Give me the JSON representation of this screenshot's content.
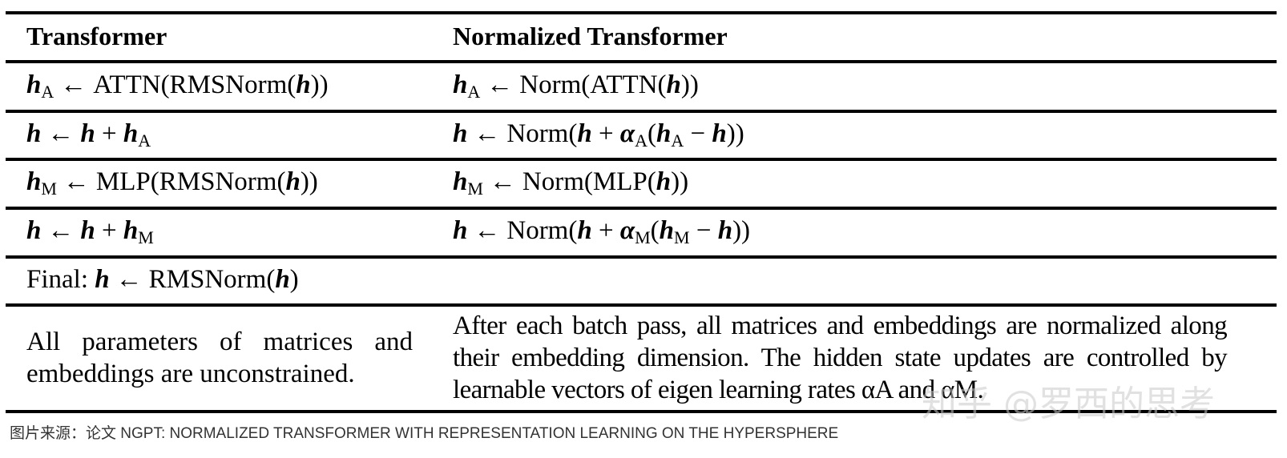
{
  "table": {
    "headers": {
      "left": "Transformer",
      "right": "Normalized Transformer"
    },
    "rows": [
      {
        "left": {
          "lhs": "h",
          "lhs_sub": "A",
          "arrow": "←",
          "rhs": "ATTN(RMSNorm(",
          "rhs_var": "h",
          "rhs_end": "))"
        },
        "right": {
          "lhs": "h",
          "lhs_sub": "A",
          "arrow": "←",
          "rhs": "Norm(ATTN(",
          "rhs_var": "h",
          "rhs_end": "))"
        }
      },
      {
        "left": {
          "lhs": "h",
          "arrow": "←",
          "t1": "h",
          "plus": "+",
          "t2": "h",
          "t2_sub": "A"
        },
        "right": {
          "lhs": "h",
          "arrow": "←",
          "norm": "Norm(",
          "t1": "h",
          "plus": "+",
          "alpha": "α",
          "alpha_sub": "A",
          "open": "(",
          "t2": "h",
          "t2_sub": "A",
          "minus": "−",
          "t3": "h",
          "close": "))"
        }
      },
      {
        "left": {
          "lhs": "h",
          "lhs_sub": "M",
          "arrow": "←",
          "rhs": "MLP(RMSNorm(",
          "rhs_var": "h",
          "rhs_end": "))"
        },
        "right": {
          "lhs": "h",
          "lhs_sub": "M",
          "arrow": "←",
          "rhs": "Norm(MLP(",
          "rhs_var": "h",
          "rhs_end": "))"
        }
      },
      {
        "left": {
          "lhs": "h",
          "arrow": "←",
          "t1": "h",
          "plus": "+",
          "t2": "h",
          "t2_sub": "M"
        },
        "right": {
          "lhs": "h",
          "arrow": "←",
          "norm": "Norm(",
          "t1": "h",
          "plus": "+",
          "alpha": "α",
          "alpha_sub": "M",
          "open": "(",
          "t2": "h",
          "t2_sub": "M",
          "minus": "−",
          "t3": "h",
          "close": "))"
        }
      }
    ],
    "final_row": {
      "prefix": "Final:",
      "lhs": "h",
      "arrow": "←",
      "rhs": "RMSNorm(",
      "rhs_var": "h",
      "rhs_end": ")"
    },
    "params_row": {
      "left": "All parameters of matrices and embeddings are unconstrained.",
      "right": "After each batch pass, all matrices and embeddings are normalized along their embedding dimension.  The hidden state updates are controlled by learnable vectors of eigen learning rates αA and αM."
    }
  },
  "caption": "图片来源：论文 NGPT: NORMALIZED TRANSFORMER WITH REPRESENTATION LEARNING ON THE HYPERSPHERE",
  "watermark": "知乎 @罗西的思考"
}
